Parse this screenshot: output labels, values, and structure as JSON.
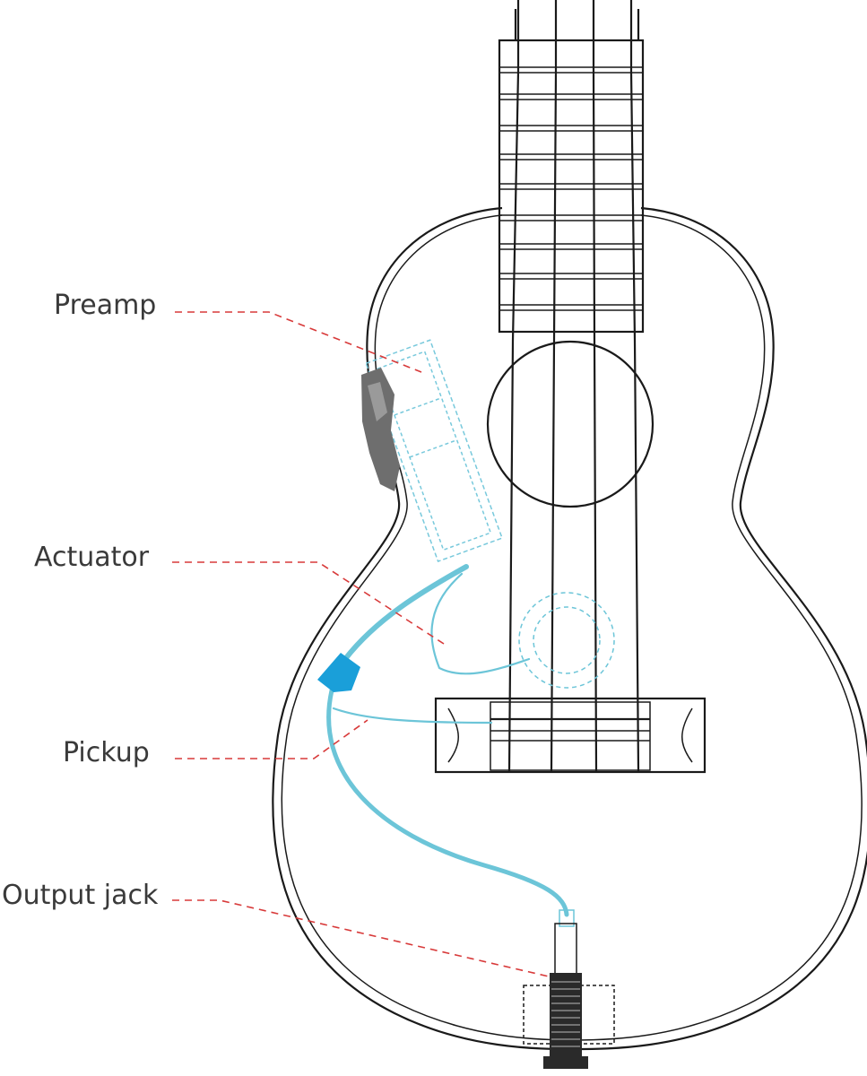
{
  "labels": {
    "preamp": "Preamp",
    "actuator": "Actuator",
    "pickup": "Pickup",
    "output_jack": "Output jack"
  },
  "colors": {
    "outline": "#1a1a1a",
    "leader": "#d83a3a",
    "cable": "#6cc5d8",
    "pickup_block": "#1a9fd9",
    "preamp": "#78c9dc",
    "jack_dark": "#2a2a2a",
    "background": "#ffffff"
  }
}
